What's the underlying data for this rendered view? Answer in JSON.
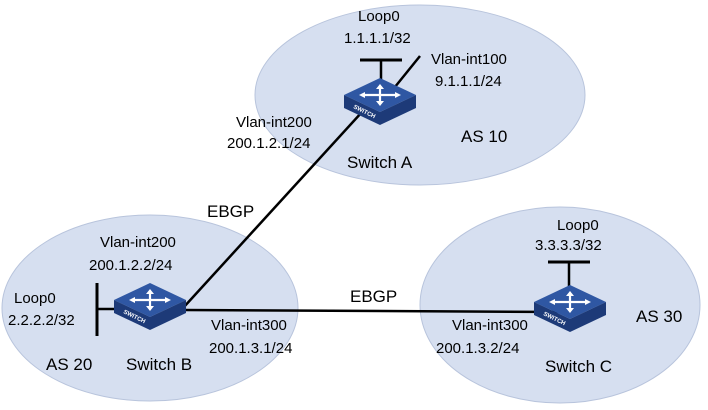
{
  "colors": {
    "cloud_fill": "#d6dff0",
    "cloud_stroke": "#b8c4dc",
    "switch_top": "#2f57a3",
    "switch_side": "#1d3a78",
    "link": "#000000"
  },
  "device_badge": "SWITCH",
  "switch_a": {
    "name": "Switch A",
    "as_label": "AS 10",
    "loop_name": "Loop0",
    "loop_ip": "1.1.1.1/32",
    "vlan100_name": "Vlan-int100",
    "vlan100_ip": "9.1.1.1/24",
    "vlan200_name": "Vlan-int200",
    "vlan200_ip": "200.1.2.1/24"
  },
  "switch_b": {
    "name": "Switch B",
    "as_label": "AS 20",
    "loop_name": "Loop0",
    "loop_ip": "2.2.2.2/32",
    "vlan200_name": "Vlan-int200",
    "vlan200_ip": "200.1.2.2/24",
    "vlan300_name": "Vlan-int300",
    "vlan300_ip": "200.1.3.1/24"
  },
  "switch_c": {
    "name": "Switch C",
    "as_label": "AS 30",
    "loop_name": "Loop0",
    "loop_ip": "3.3.3.3/32",
    "vlan300_name": "Vlan-int300",
    "vlan300_ip": "200.1.3.2/24"
  },
  "links": {
    "ab_label": "EBGP",
    "bc_label": "EBGP"
  }
}
